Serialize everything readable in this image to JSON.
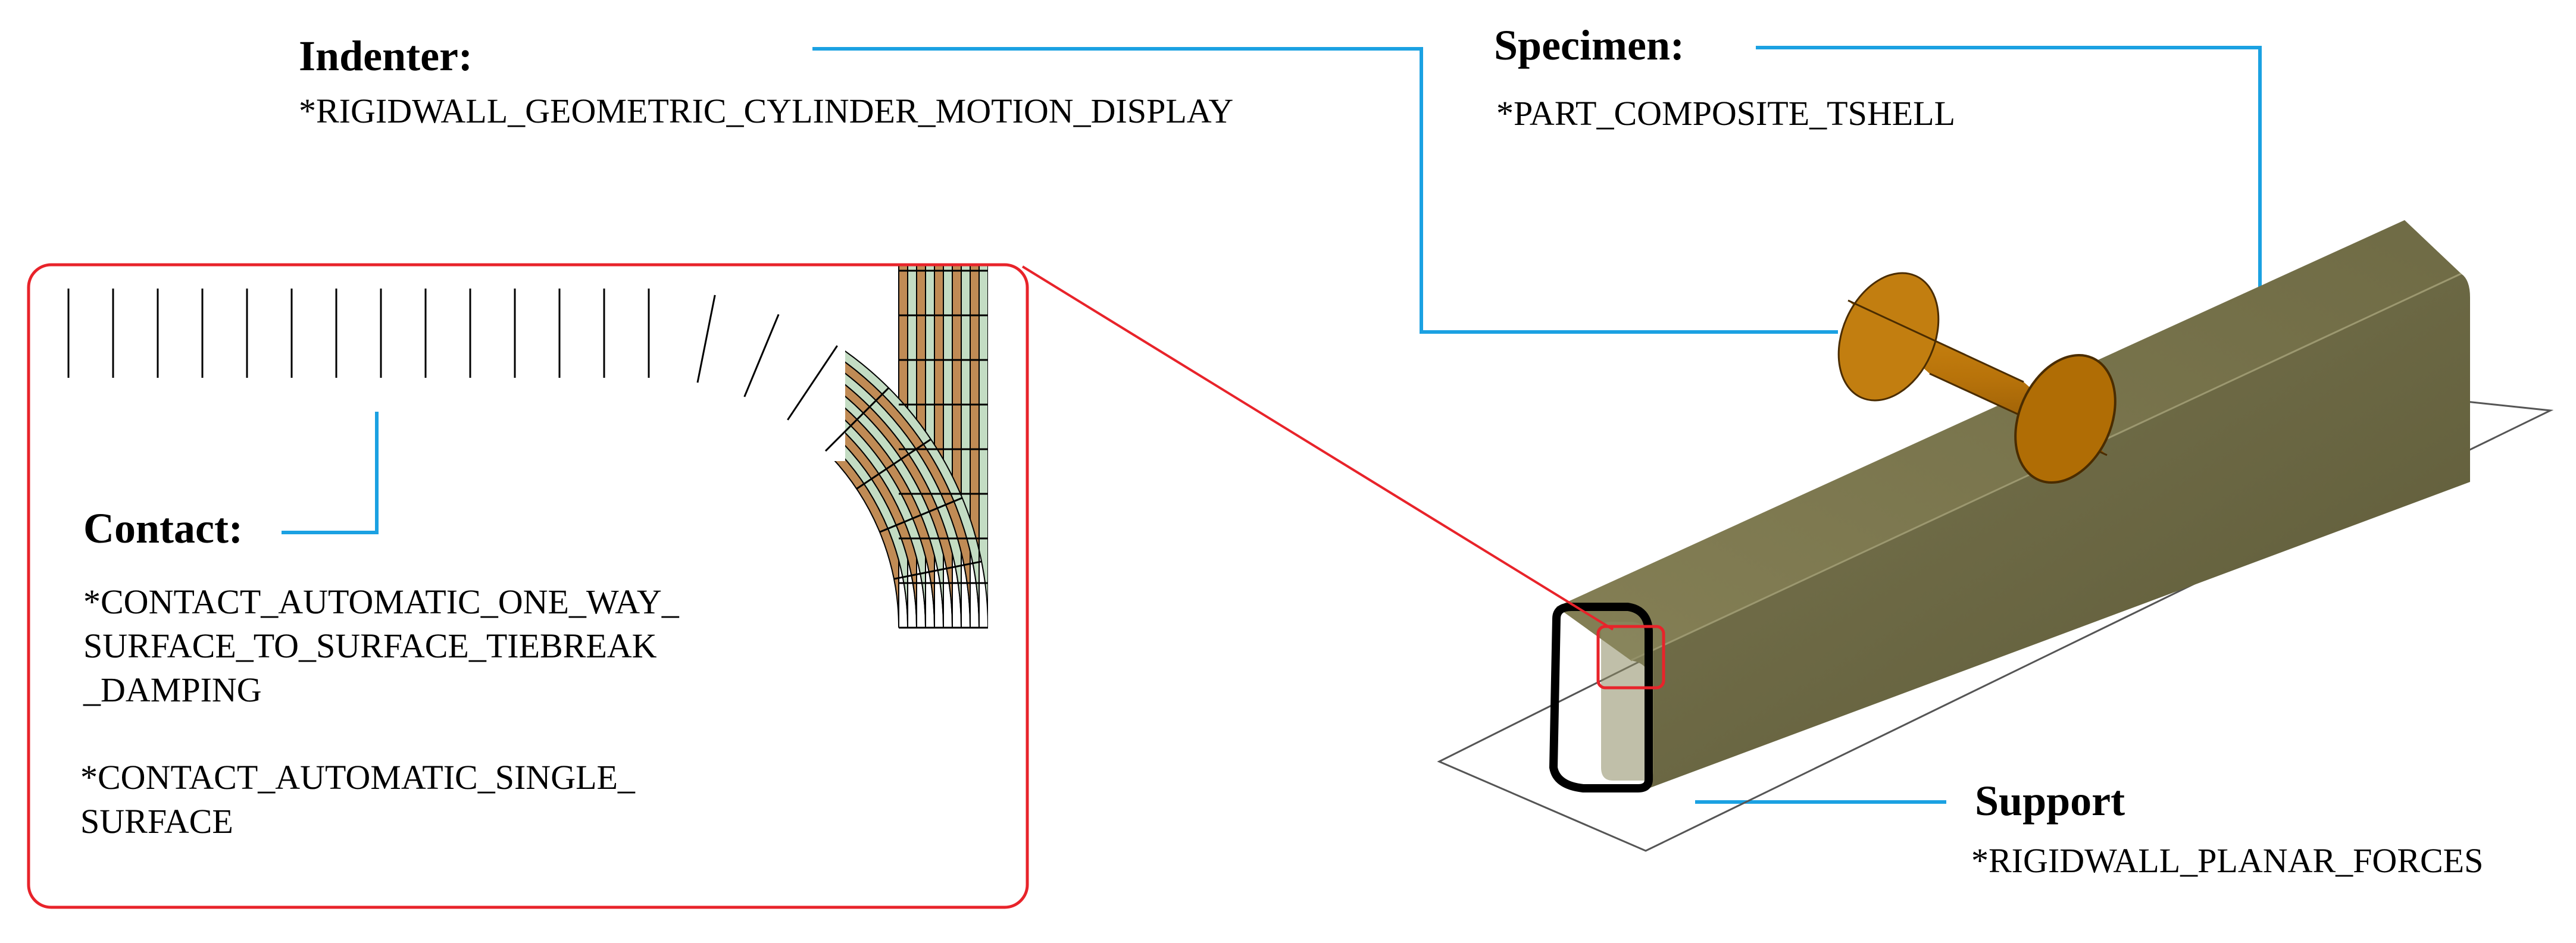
{
  "colors": {
    "leader_line": "#1ba1e2",
    "callout_box": "#e8232a",
    "specimen_olive": "#6e6a45",
    "indenter_orange": "#b8730a",
    "laminate_tan": "#c08b55",
    "laminate_green": "#c3dcc3",
    "outline": "#000000"
  },
  "labels": {
    "indenter": {
      "heading": "Indenter:",
      "keyword": "*RIGIDWALL_GEOMETRIC_CYLINDER_MOTION_DISPLAY"
    },
    "specimen": {
      "heading": "Specimen:",
      "keyword": "*PART_COMPOSITE_TSHELL"
    },
    "contact": {
      "heading": "Contact:",
      "keyword_1": "*CONTACT_AUTOMATIC_ONE_WAY_\nSURFACE_TO_SURFACE_TIEBREAK\n_DAMPING",
      "keyword_2": "*CONTACT_AUTOMATIC_SINGLE_\nSURFACE"
    },
    "support": {
      "heading": "Support",
      "keyword": "*RIGIDWALL_PLANAR_FORCES"
    }
  },
  "icons": [
    "cylinder-indenter-icon",
    "square-tube-specimen-icon",
    "planar-support-icon",
    "laminate-corner-mesh-icon"
  ]
}
